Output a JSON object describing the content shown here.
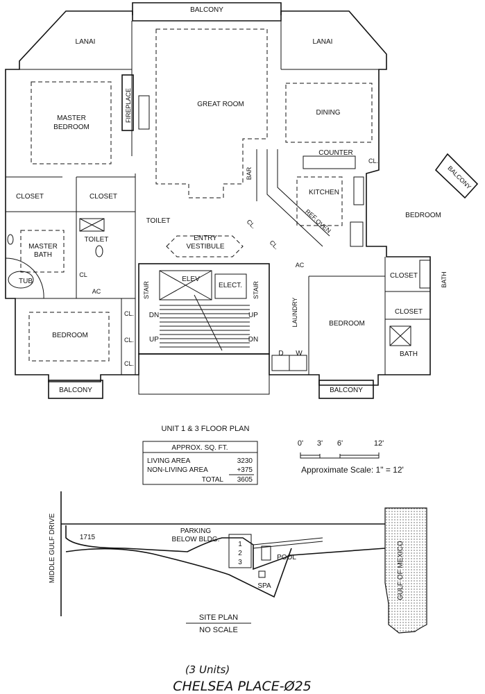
{
  "floor_plan": {
    "rooms": {
      "balcony_top": "BALCONY",
      "lanai_left": "LANAI",
      "lanai_right": "LANAI",
      "great_room": "GREAT ROOM",
      "dining": "DINING",
      "fireplace": "FIREPLACE",
      "master_bedroom_1": "MASTER",
      "master_bedroom_2": "BEDROOM",
      "counter": "COUNTER",
      "cl_kitchen": "CL.",
      "bar": "BAR",
      "kitchen": "KITCHEN",
      "balcony_right": "BALCONY",
      "bedroom_right": "BEDROOM",
      "closet_1": "CLOSET",
      "closet_2": "CLOSET",
      "toilet_left": "TOILET",
      "toilet_center": "TOILET",
      "entry_1": "ENTRY",
      "entry_2": "VESTIBULE",
      "cl_1": "CL.",
      "cl_2": "CL.",
      "refer": "REF.",
      "oven": "OVEN",
      "master_bath_1": "MASTER",
      "master_bath_2": "BATH",
      "tub": "TUB",
      "cl_bath": "CL",
      "ac_left": "AC",
      "ac_right": "AC",
      "stair_left": "STAIR",
      "stair_right": "STAIR",
      "elev": "ELEV",
      "elect": "ELECT.",
      "closet_right_1": "CLOSET",
      "closet_right_2": "CLOSET",
      "bath_right_1": "BATH",
      "bath_right_2": "BATH",
      "laundry": "LAUNDRY",
      "bedroom_left": "BEDROOM",
      "bedroom_center": "BEDROOM",
      "cl_a": "CL.",
      "cl_b": "CL.",
      "cl_c": "CL.",
      "dn_left": "DN",
      "up_left": "UP",
      "up_right": "UP",
      "dn_right": "DN",
      "dryer": "D",
      "washer": "W",
      "balcony_bottom_left": "BALCONY",
      "balcony_bottom_right": "BALCONY"
    },
    "caption": "UNIT 1 & 3 FLOOR PLAN"
  },
  "area_table": {
    "header": "APPROX. SQ. FT.",
    "rows": [
      {
        "label": "LIVING AREA",
        "value": "3230"
      },
      {
        "label": "NON-LIVING AREA",
        "value": "+375"
      },
      {
        "label": "TOTAL",
        "value": "3605"
      }
    ]
  },
  "scale": {
    "ticks": [
      "0'",
      "3'",
      "6'",
      "12'"
    ],
    "text": "Approximate Scale: 1\" = 12'"
  },
  "site_plan": {
    "road": "MIDDLE GULF DRIVE",
    "address": "1715",
    "parking_1": "PARKING",
    "parking_2": "BELOW BLDG.",
    "units": [
      "1",
      "2",
      "3"
    ],
    "pool": "POOL",
    "spa": "SPA",
    "gulf": "GULF OF MEXICO",
    "title": "SITE PLAN",
    "subtitle": "NO SCALE"
  },
  "footer": {
    "units": "(3 Units)",
    "name": "CHELSEA PLACE-Ø25"
  }
}
